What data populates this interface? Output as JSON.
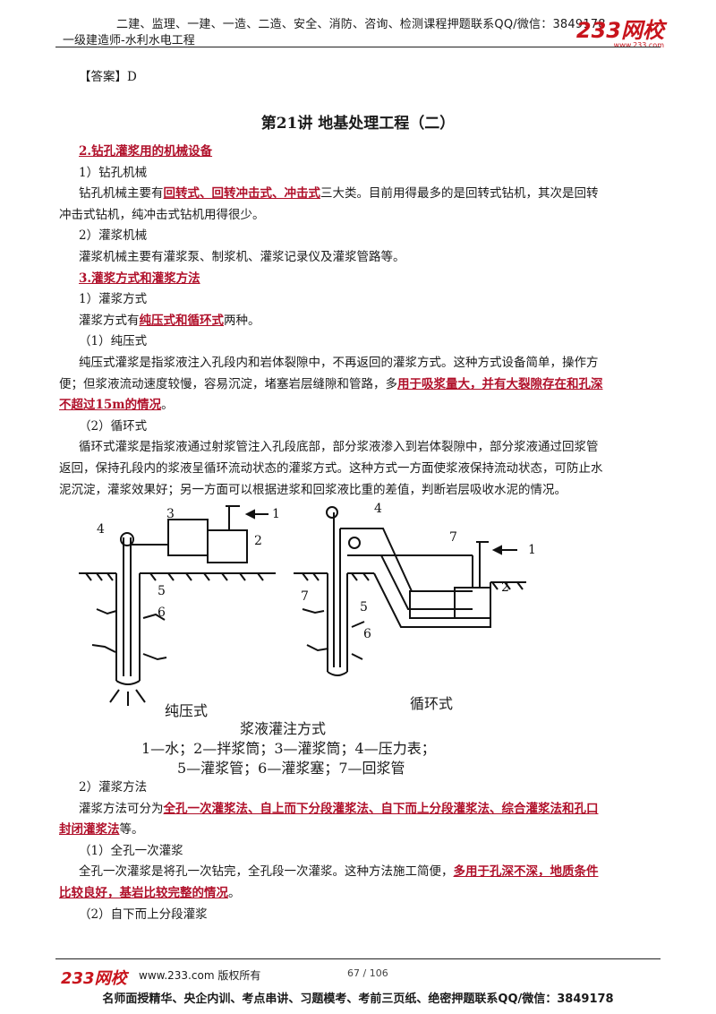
{
  "header": {
    "top_line": "二建、监理、一建、一造、二造、安全、消防、咨询、检测课程押题联系QQ/微信：3849178",
    "subtitle": "一级建造师-水利水电工程",
    "logo": "233网校",
    "logo_url": "www.233.com"
  },
  "answer": "【答案】D",
  "title": "第21讲  地基处理工程（二）",
  "sections": {
    "s2_title": "2.钻孔灌浆用的机械设备",
    "s2_1": "1）钻孔机械",
    "s2_1_p1_a": "钻孔机械主要有",
    "s2_1_p1_red": "回转式、回转冲击式、冲击式",
    "s2_1_p1_b": "三大类。目前用得最多的是回转式钻机，其次是回转",
    "s2_1_p1_c": "冲击式钻机，纯冲击式钻机用得很少。",
    "s2_2": "2）灌浆机械",
    "s2_2_p": "灌浆机械主要有灌浆泵、制浆机、灌浆记录仪及灌浆管路等。",
    "s3_title": "3.灌浆方式和灌浆方法",
    "s3_1": "1）灌浆方式",
    "s3_1_p_a": "灌浆方式有",
    "s3_1_p_red": "纯压式和循环式",
    "s3_1_p_b": "两种。",
    "s3_1_1": "（1）纯压式",
    "s3_1_1_l1": "纯压式灌浆是指浆液注入孔段内和岩体裂隙中，不再返回的灌浆方式。这种方式设备简单，操作方",
    "s3_1_1_l2_a": "便；但浆液流动速度较慢，容易沉淀，堵塞岩层缝隙和管路，多",
    "s3_1_1_l2_red": "用于吸浆量大，并有大裂隙存在和孔深",
    "s3_1_1_l3_red": "不超过15m的情况",
    "s3_1_1_l3_b": "。",
    "s3_1_2": "（2）循环式",
    "s3_1_2_l1": "循环式灌浆是指浆液通过射浆管注入孔段底部，部分浆液渗入到岩体裂隙中，部分浆液通过回浆管",
    "s3_1_2_l2": "返回，保持孔段内的浆液呈循环流动状态的灌浆方式。这种方式一方面使浆液保持流动状态，可防止水",
    "s3_1_2_l3": "泥沉淀，灌浆效果好；另一方面可以根据进浆和回浆液比重的差值，判断岩层吸收水泥的情况。",
    "s3_2": "2）灌浆方法",
    "s3_2_p_a": "灌浆方法可分为",
    "s3_2_p_red1": "全孔一次灌浆法、自上而下分段灌浆法、自下而上分段灌浆法、综合灌浆法和孔口",
    "s3_2_p_red2": "封闭灌浆法",
    "s3_2_p_b": "等。",
    "s3_2_1": "（1）全孔一次灌浆",
    "s3_2_1_l1_a": "全孔一次灌浆是将孔一次钻完，全孔段一次灌浆。这种方法施工简便，",
    "s3_2_1_l1_red": "多用于孔深不深，地质条件",
    "s3_2_1_l2_red": "比较良好，基岩比较完整的情况",
    "s3_2_1_l2_b": "。",
    "s3_2_2": "（2）自下而上分段灌浆"
  },
  "figure": {
    "label_left": "纯压式",
    "label_right": "循环式",
    "caption": "浆液灌注方式",
    "legend_1": "1—水；2—拌浆筒；3—灌浆筒；4—压力表；",
    "legend_2": "5—灌浆管；6—灌浆塞；7—回浆管",
    "nums": [
      "1",
      "2",
      "3",
      "4",
      "5",
      "6",
      "7"
    ]
  },
  "footer": {
    "logo": "233网校",
    "site": "www.233.com 版权所有",
    "page": "67 / 106",
    "bottom": "名师面授精华、央企内训、考点串讲、习题模考、考前三页纸、绝密押题联系QQ/微信：3849178"
  }
}
